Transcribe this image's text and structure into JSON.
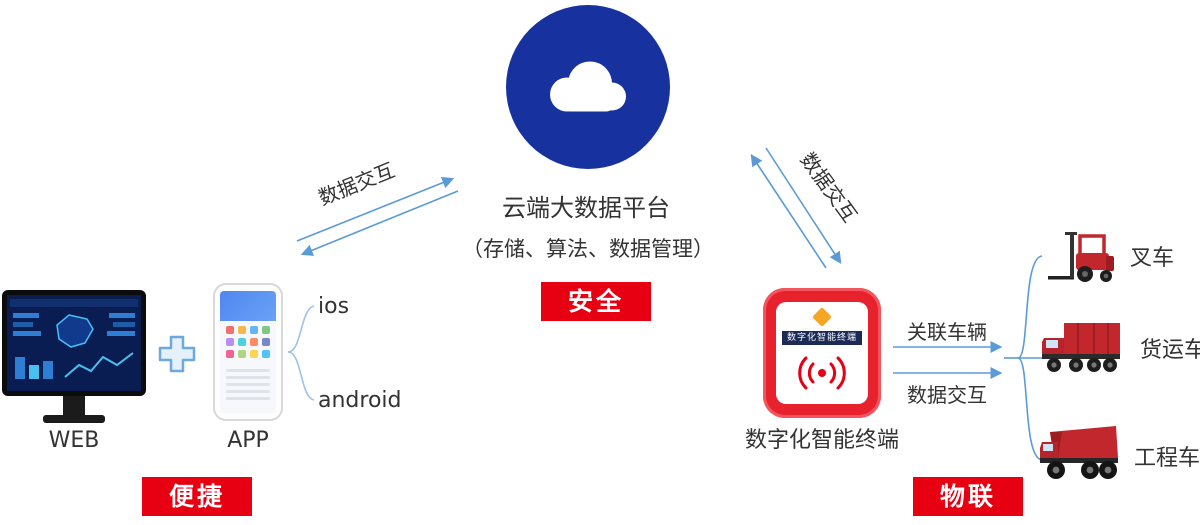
{
  "colors": {
    "badge_red": "#e60012",
    "arrow_blue": "#5b9bd5",
    "cloud_blue": "#17329f",
    "text_dark": "#333333"
  },
  "cloud": {
    "title": "云端大数据平台",
    "subtitle": "（存储、算法、数据管理）",
    "badge": "安全"
  },
  "left_group": {
    "web_label": "WEB",
    "app_label": "APP",
    "ios_label": "ios",
    "android_label": "android",
    "badge": "便捷"
  },
  "arrows": {
    "left_data_label": "数据交互",
    "right_data_label": "数据交互",
    "link_top_label": "关联车辆",
    "link_bottom_label": "数据交互"
  },
  "terminal": {
    "device_text": "数字化智能终端",
    "label": "数字化智能终端",
    "badge": "物联"
  },
  "vehicles": [
    {
      "label": "叉车"
    },
    {
      "label": "货运车"
    },
    {
      "label": "工程车"
    }
  ],
  "icons": {
    "cloud": "cloud-shape",
    "plus": "plus-shape",
    "contactless": "signal-arcs"
  }
}
